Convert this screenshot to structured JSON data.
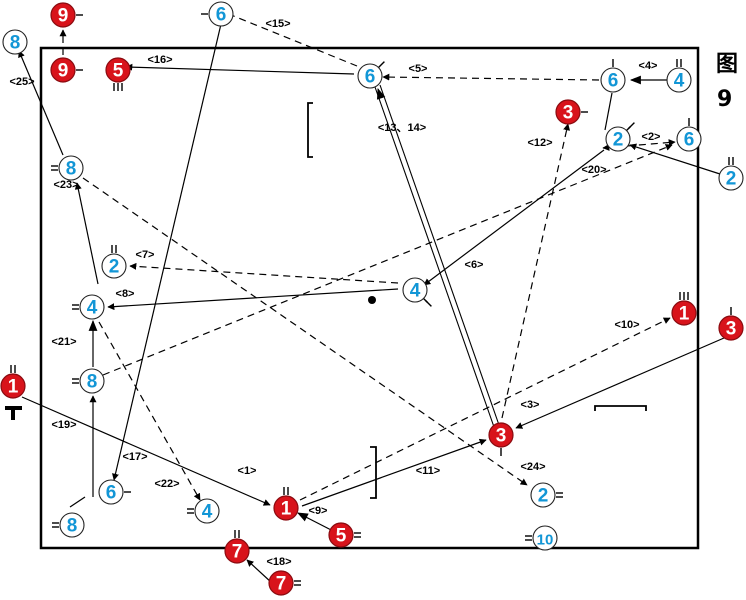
{
  "figure": {
    "title_char": "图",
    "title_number": "9"
  },
  "colors": {
    "red_fill": "#d8131b",
    "blue_text": "#1296d6",
    "white_fill": "#ffffff",
    "line": "#000000"
  },
  "nodes": [
    {
      "id": "b8-top",
      "team": "blue",
      "label": "8"
    },
    {
      "id": "r9-top",
      "team": "red",
      "label": "9"
    },
    {
      "id": "r9-mid",
      "team": "red",
      "label": "9"
    },
    {
      "id": "r5-top",
      "team": "red",
      "label": "5"
    },
    {
      "id": "b6-top",
      "team": "blue",
      "label": "6"
    },
    {
      "id": "b6-center",
      "team": "blue",
      "label": "6"
    },
    {
      "id": "b6-right",
      "team": "blue",
      "label": "6"
    },
    {
      "id": "b4-right",
      "team": "blue",
      "label": "4"
    },
    {
      "id": "r3-upper",
      "team": "red",
      "label": "3"
    },
    {
      "id": "b2-right",
      "team": "blue",
      "label": "2"
    },
    {
      "id": "b6-farright",
      "team": "blue",
      "label": "6"
    },
    {
      "id": "b2-farright",
      "team": "blue",
      "label": "2"
    },
    {
      "id": "b8-left",
      "team": "blue",
      "label": "8"
    },
    {
      "id": "b2-left",
      "team": "blue",
      "label": "2"
    },
    {
      "id": "b4-center",
      "team": "blue",
      "label": "4"
    },
    {
      "id": "b4-left",
      "team": "blue",
      "label": "4"
    },
    {
      "id": "r1-right",
      "team": "red",
      "label": "1"
    },
    {
      "id": "r3-right",
      "team": "red",
      "label": "3"
    },
    {
      "id": "b8-lowleft",
      "team": "blue",
      "label": "8"
    },
    {
      "id": "r1-left",
      "team": "red",
      "label": "1"
    },
    {
      "id": "r3-lower",
      "team": "red",
      "label": "3"
    },
    {
      "id": "b6-lower",
      "team": "blue",
      "label": "6"
    },
    {
      "id": "r1-bottom",
      "team": "red",
      "label": "1"
    },
    {
      "id": "b4-bottom",
      "team": "blue",
      "label": "4"
    },
    {
      "id": "b2-lowright",
      "team": "blue",
      "label": "2"
    },
    {
      "id": "b8-bottom",
      "team": "blue",
      "label": "8"
    },
    {
      "id": "r5-bottom",
      "team": "red",
      "label": "5"
    },
    {
      "id": "b10-bottom",
      "team": "blue",
      "label": "10"
    },
    {
      "id": "r7-upper",
      "team": "red",
      "label": "7"
    },
    {
      "id": "r7-lower",
      "team": "red",
      "label": "7"
    }
  ],
  "step_labels": [
    {
      "id": "step-1",
      "text": "<1>"
    },
    {
      "id": "step-2",
      "text": "<2>"
    },
    {
      "id": "step-3",
      "text": "<3>"
    },
    {
      "id": "step-4",
      "text": "<4>"
    },
    {
      "id": "step-5",
      "text": "<5>"
    },
    {
      "id": "step-6",
      "text": "<6>"
    },
    {
      "id": "step-7",
      "text": "<7>"
    },
    {
      "id": "step-8",
      "text": "<8>"
    },
    {
      "id": "step-9",
      "text": "<9>"
    },
    {
      "id": "step-10",
      "text": "<10>"
    },
    {
      "id": "step-11",
      "text": "<11>"
    },
    {
      "id": "step-12",
      "text": "<12>"
    },
    {
      "id": "step-13-14",
      "text": "<13、14>"
    },
    {
      "id": "step-15",
      "text": "<15>"
    },
    {
      "id": "step-16",
      "text": "<16>"
    },
    {
      "id": "step-17",
      "text": "<17>"
    },
    {
      "id": "step-18",
      "text": "<18>"
    },
    {
      "id": "step-19",
      "text": "<19>"
    },
    {
      "id": "step-20",
      "text": "<20>"
    },
    {
      "id": "step-21",
      "text": "<21>"
    },
    {
      "id": "step-22",
      "text": "<22>"
    },
    {
      "id": "step-23",
      "text": "<23>"
    },
    {
      "id": "step-24",
      "text": "<24>"
    },
    {
      "id": "step-25",
      "text": "<25>"
    }
  ]
}
